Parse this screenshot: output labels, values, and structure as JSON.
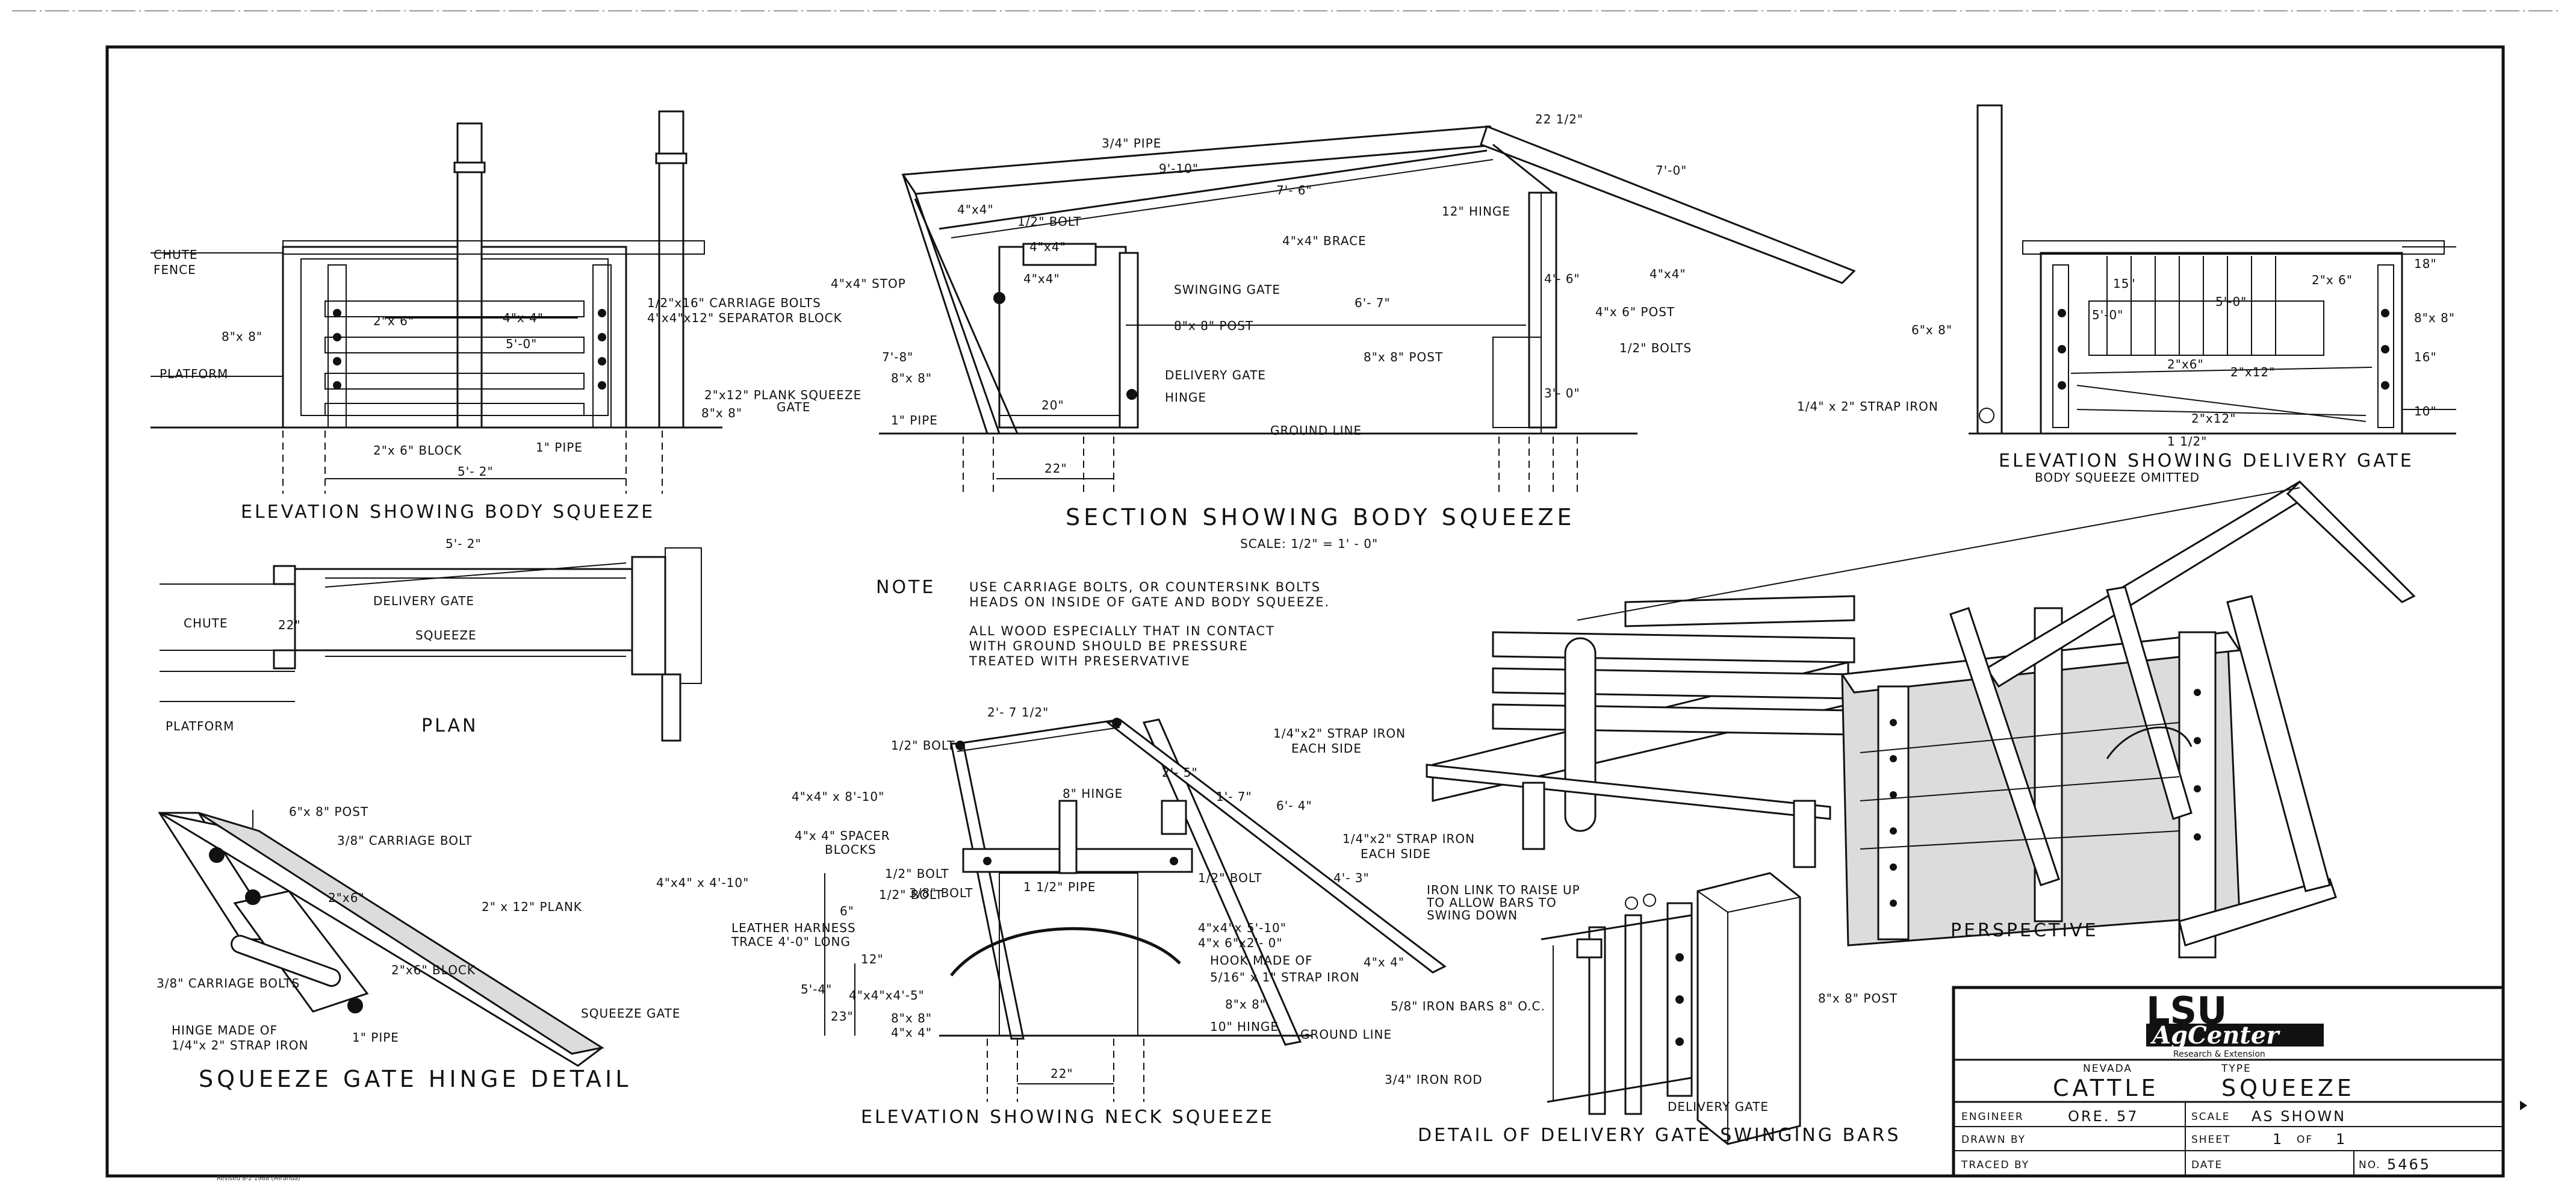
{
  "views": {
    "body_squeeze_elevation": {
      "title": "ELEVATION SHOWING BODY SQUEEZE",
      "labels": [
        "CHUTE",
        "FENCE",
        "8\"x 8\"",
        "PLATFORM",
        "2\"x 6\"",
        "4\"x 4\"",
        "5'-0\"",
        "1/2\"x16\" CARRIAGE BOLTS",
        "4\"x4\"x12\" SEPARATOR BLOCK",
        "2\"x12\" PLANK SQUEEZE",
        "GATE",
        "8\"x 8\"",
        "2\"x 6\" BLOCK",
        "1\" PIPE",
        "5'- 2\""
      ]
    },
    "body_squeeze_section": {
      "title": "SECTION SHOWING BODY SQUEEZE",
      "scale": "SCALE: 1/2\" = 1' - 0\"",
      "labels": [
        "3/4\" PIPE",
        "9'-10\"",
        "7'- 6\"",
        "7'-0\"",
        "22 1/2\"",
        "4\"x4\"",
        "1/2\" BOLT",
        "4\"x4\"",
        "4\"x4\" BRACE",
        "12\" HINGE",
        "4\"x4\" STOP",
        "4\"x4\"",
        "SWINGING GATE",
        "6'- 7\"",
        "4\"x 6\" POST",
        "4\"x4\"",
        "7'-8\"",
        "4'- 6\"",
        "8\"x 8\" POST",
        "8\"x 8\" POST",
        "1/2\" BOLTS",
        "8\"x 8\"",
        "DELIVERY GATE",
        "HINGE",
        "3'- 0\"",
        "20\"",
        "1\" PIPE",
        "GROUND LINE",
        "22\""
      ]
    },
    "delivery_gate_elevation": {
      "title": "ELEVATION SHOWING DELIVERY GATE",
      "subtitle": "BODY SQUEEZE OMITTED",
      "labels": [
        "6\"x 8\"",
        "8\"x 8\"",
        "2\"x 6\"",
        "5'-0\"",
        "5'-0\"",
        "15\"",
        "2\"x6\"",
        "2\"x12\"",
        "2\"x12\"",
        "18\"",
        "16\"",
        "10\"",
        "1/4\" x 2\" STRAP IRON",
        "1 1/2\""
      ]
    },
    "plan": {
      "title": "PLAN",
      "labels": [
        "5'- 2\"",
        "DELIVERY GATE",
        "CHUTE",
        "22\"",
        "SQUEEZE",
        "PLATFORM"
      ]
    },
    "hinge_detail": {
      "title": "SQUEEZE GATE HINGE DETAIL",
      "labels": [
        "6\"x 8\" POST",
        "3/8\" CARRIAGE BOLT",
        "2\"x6\"",
        "2\" x 12\" PLANK",
        "2\"x6\" BLOCK",
        "3/8\" CARRIAGE BOLTS",
        "SQUEEZE GATE",
        "1\" PIPE",
        "HINGE MADE OF",
        "1/4\"x 2\" STRAP IRON"
      ]
    },
    "neck_squeeze_elevation": {
      "title": "ELEVATION SHOWING NECK SQUEEZE",
      "labels": [
        "2'- 7 1/2\"",
        "1/2\" BOLT",
        "1/4\"x2\" STRAP IRON",
        "EACH SIDE",
        "4\"x4\" x 8'-10\"",
        "8\" HINGE",
        "2'- 5\"",
        "1'- 7\"",
        "6'- 4\"",
        "4\"x 4\" SPACER",
        "BLOCKS",
        "1/4\"x2\" STRAP IRON",
        "EACH SIDE",
        "4\"x4\" x 4'-10\"",
        "1/2\" BOLT",
        "1/2\" BOLT",
        "1 1/2\" PIPE",
        "1/2\" BOLT",
        "3/8\" BOLT",
        "LEATHER HARNESS",
        "TRACE 4'-0\" LONG",
        "4\"x4\"x 5'-10\"",
        "4\"x 6\"x2'- 0\"",
        "HOOK MADE OF",
        "5/16\" x 1\" STRAP IRON",
        "4\"x 4\"",
        "4\"x4\"x4'-5\"",
        "8\"x 8\"",
        "8\"x 8\"",
        "4\"x 4\"",
        "10\" HINGE",
        "GROUND LINE",
        "5'-4\"",
        "23\"",
        "22\"",
        "4'- 3\"",
        "6\"",
        "12\""
      ]
    },
    "perspective": {
      "title": "PERSPECTIVE"
    },
    "delivery_gate_bars_detail": {
      "title": "DETAIL OF DELIVERY GATE SWINGING BARS",
      "labels": [
        "IRON LINK TO RAISE UP",
        "TO ALLOW BARS TO",
        "SWING DOWN",
        "5/8\" IRON BARS 8\" O.C.",
        "8\"x 8\" POST",
        "3/4\" IRON ROD",
        "DELIVERY GATE"
      ]
    }
  },
  "note": {
    "heading": "NOTE",
    "lines": [
      "USE CARRIAGE BOLTS, OR COUNTERSINK BOLTS",
      "HEADS ON INSIDE OF GATE AND BODY SQUEEZE.",
      "ALL WOOD ESPECIALLY THAT IN CONTACT",
      "WITH GROUND SHOULD BE PRESSURE",
      "TREATED WITH PRESERVATIVE"
    ]
  },
  "title_block": {
    "logo_top": "LSU",
    "logo_main": "AgCenter",
    "logo_sub": "Research & Extension",
    "origin_label": "NEVADA",
    "type_label": "TYPE",
    "name_line1": "CATTLE",
    "name_line2": "SQUEEZE",
    "engineer_label": "ENGINEER",
    "engineer_value": "ORE. 57",
    "scale_label": "SCALE",
    "scale_value": "AS SHOWN",
    "drawn_label": "DRAWN BY",
    "sheet_label": "SHEET",
    "sheet_value": "1",
    "of_label": "OF",
    "of_value": "1",
    "traced_label": "TRACED BY",
    "date_label": "DATE",
    "number_label": "NO.",
    "number_value": "5465"
  },
  "margin_text": "Revised 8-2 1968 (Miranda)"
}
